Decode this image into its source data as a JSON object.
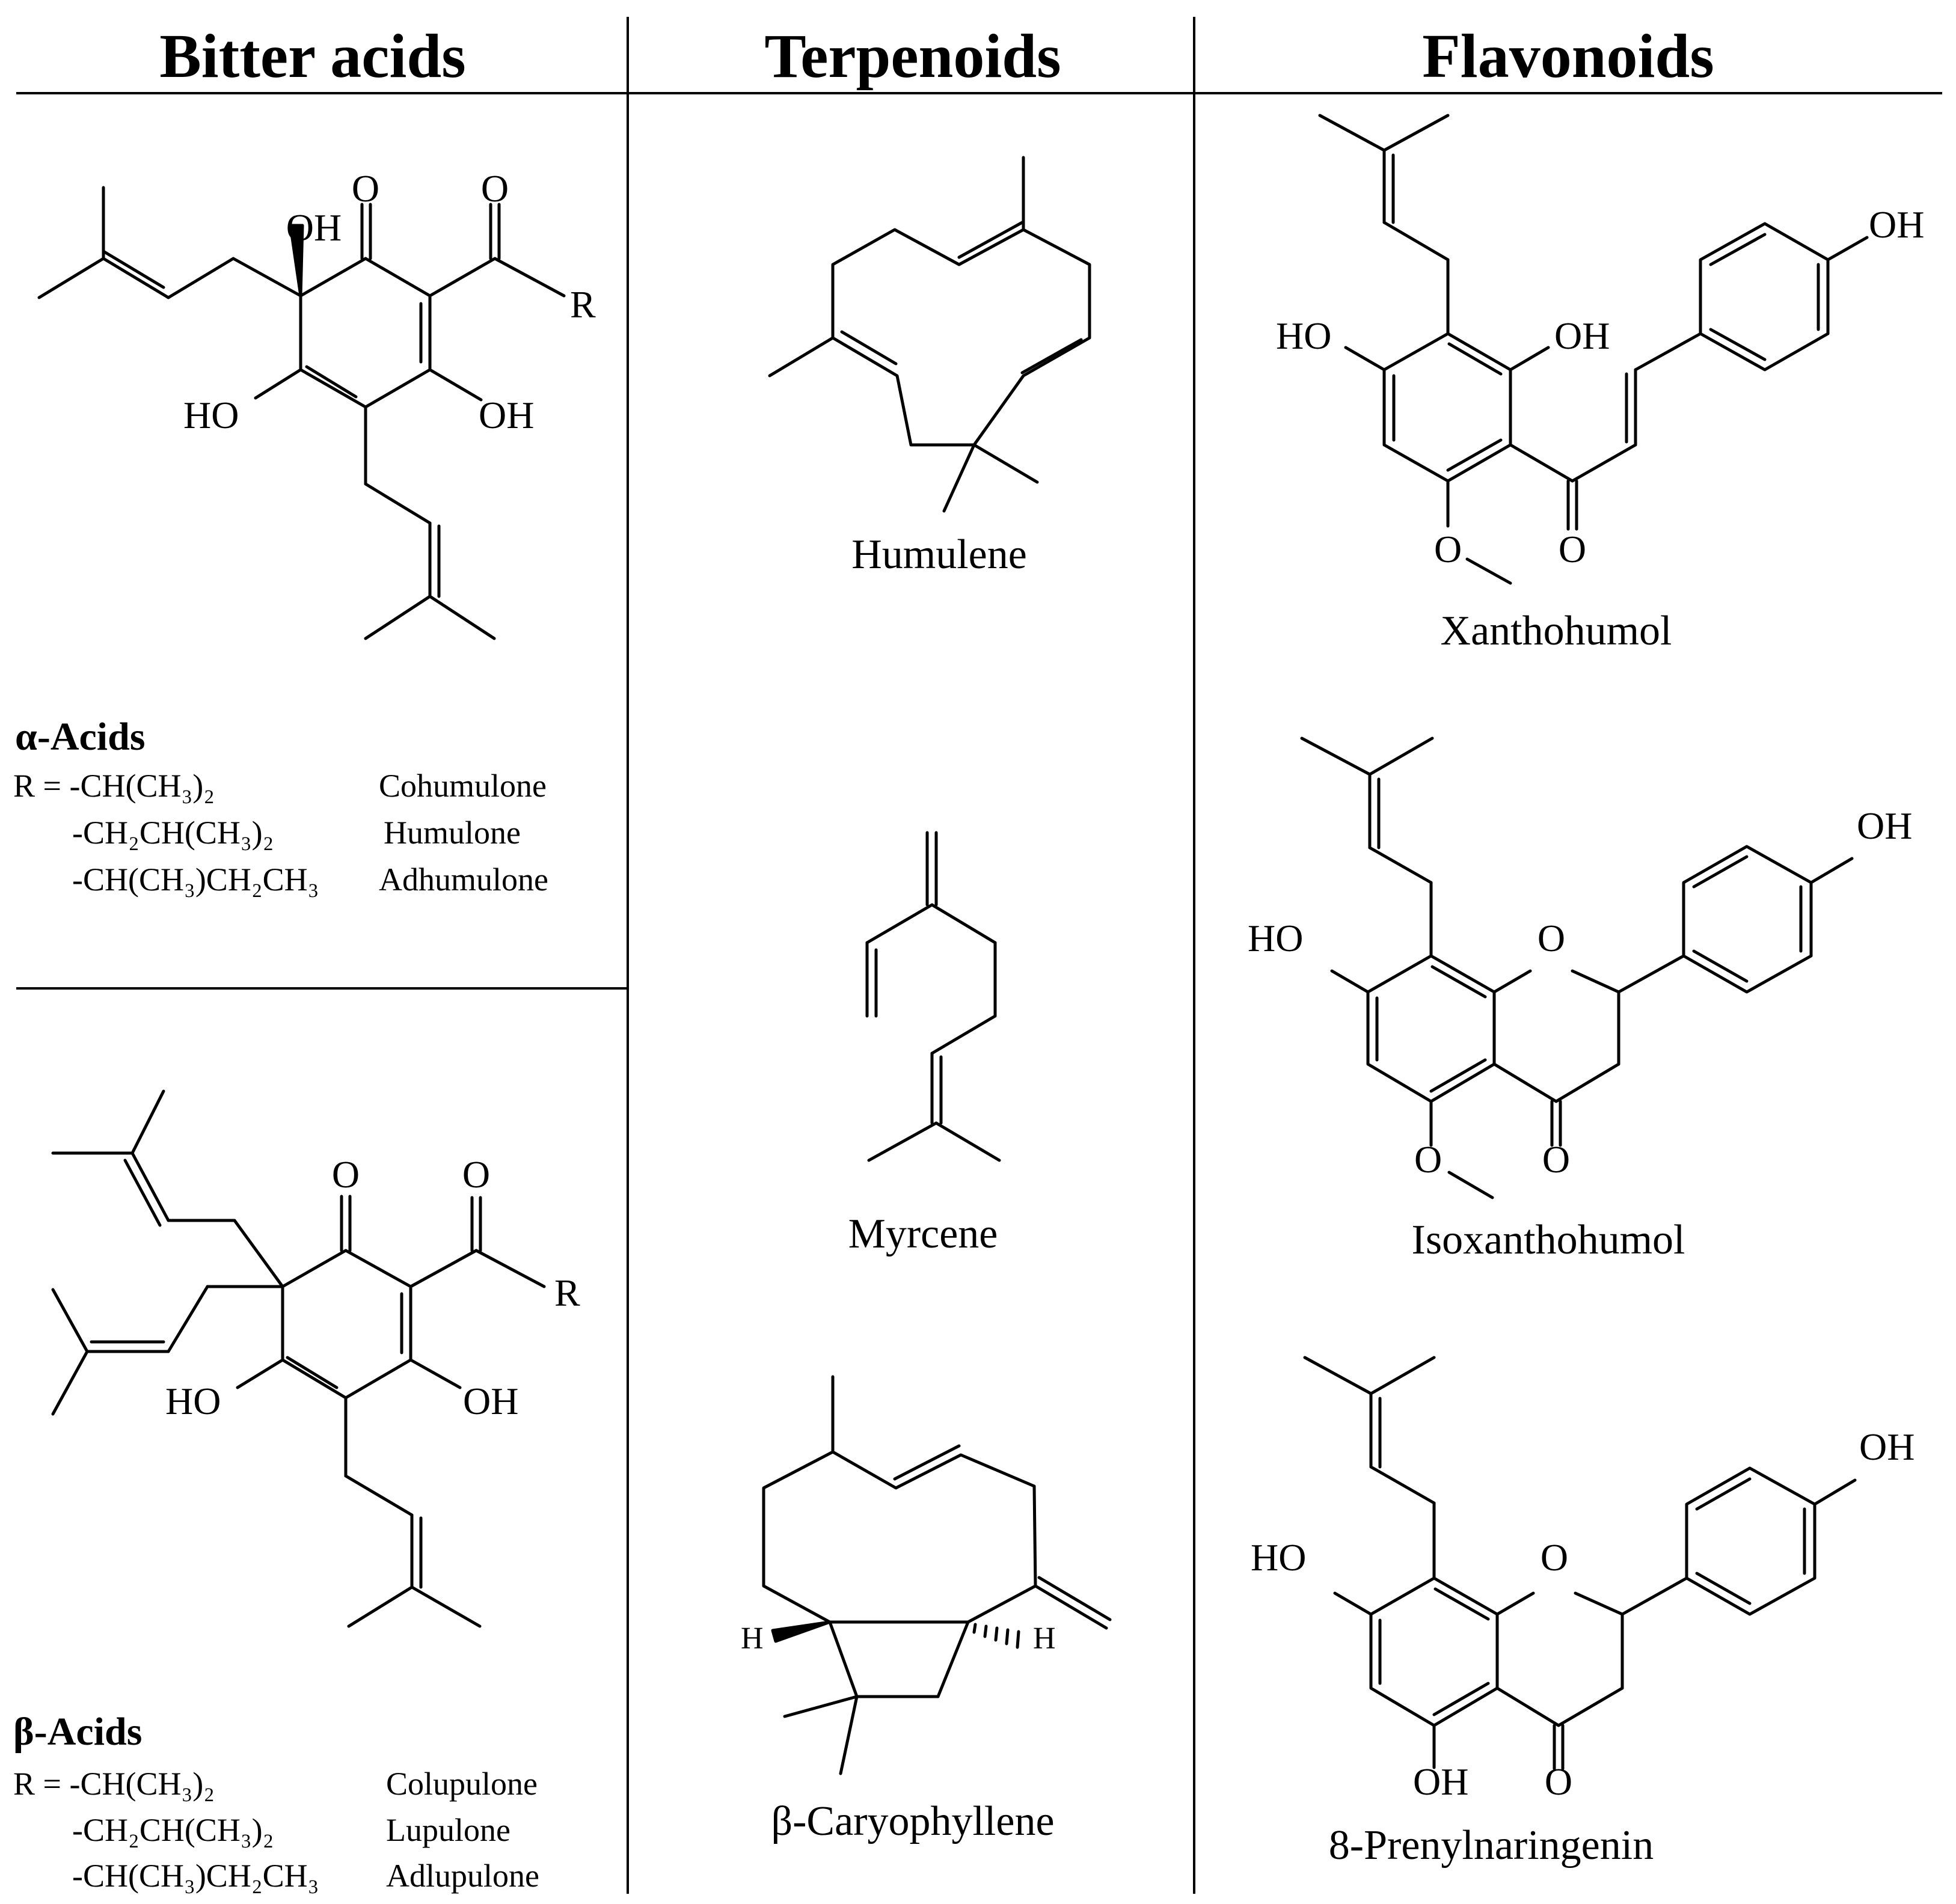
{
  "headers": {
    "bitter_acids": "Bitter acids",
    "terpenoids": "Terpenoids",
    "flavonoids": "Flavonoids"
  },
  "alpha_acids": {
    "title": "α-Acids",
    "rows": [
      {
        "r": "R = -CH(CH₃)₂",
        "name": "Cohumulone"
      },
      {
        "r": "-CH₂CH(CH₃)₂",
        "name": "Humulone"
      },
      {
        "r": "-CH(CH₃)CH₂CH₃",
        "name": "Adhumulone"
      }
    ]
  },
  "beta_acids": {
    "title": "β-Acids",
    "rows": [
      {
        "r": "R = -CH(CH₃)₂",
        "name": "Colupulone"
      },
      {
        "r": "-CH₂CH(CH₃)₂",
        "name": "Lupulone"
      },
      {
        "r": "-CH(CH₃)CH₂CH₃",
        "name": "Adlupulone"
      }
    ]
  },
  "terpenoids": [
    "Humulene",
    "Myrcene",
    "β-Caryophyllene"
  ],
  "flavonoids": [
    "Xanthohumol",
    "Isoxanthohumol",
    "8-Prenylnaringenin"
  ],
  "atom_labels": {
    "O": "O",
    "OH": "OH",
    "HO": "HO",
    "R": "R",
    "H": "H"
  }
}
